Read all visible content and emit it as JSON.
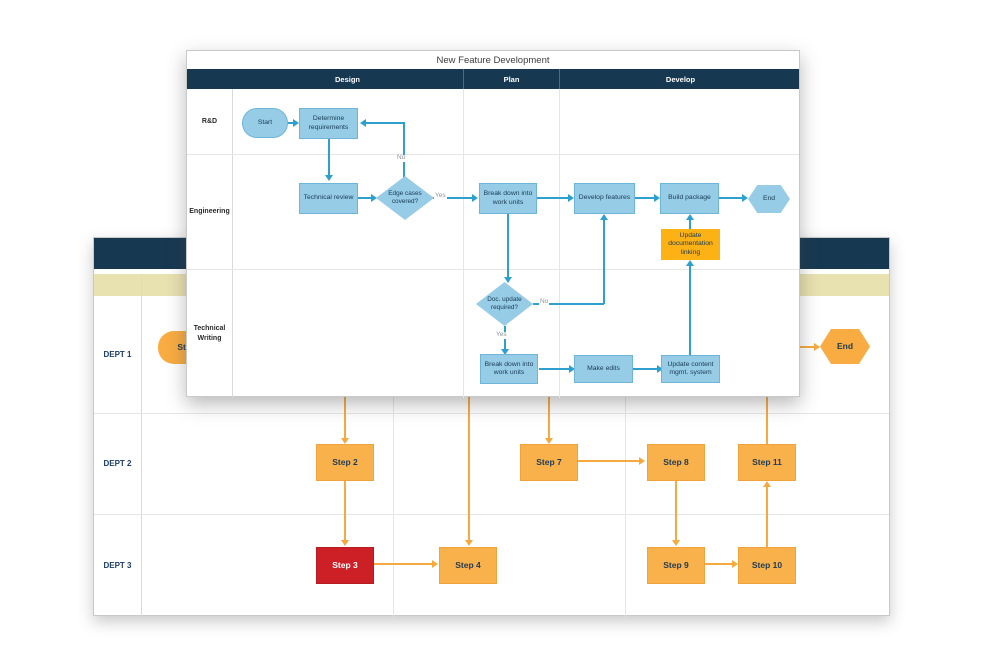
{
  "foreground_chart": {
    "title": "New Feature Development",
    "phases": [
      {
        "label": "Design"
      },
      {
        "label": "Plan"
      },
      {
        "label": "Develop"
      }
    ],
    "lanes": [
      {
        "label": "R&D"
      },
      {
        "label": "Engineering"
      },
      {
        "label": "Technical Writing"
      }
    ],
    "nodes": {
      "start": "Start",
      "determine_requirements": "Determine requirements",
      "technical_review": "Technical review",
      "edge_cases": "Edge cases covered?",
      "break_down_eng": "Break down into work units",
      "develop_features": "Develop features",
      "build_package": "Build package",
      "end": "End",
      "update_doc_linking": "Update documentation linking",
      "doc_update": "Doc. update required?",
      "break_down_tw": "Break down into work units",
      "make_edits": "Make edits",
      "update_cms": "Update content mgmt. system"
    },
    "edge_labels": {
      "edge_cases_no": "No",
      "edge_cases_yes": "Yes",
      "doc_update_no": "No",
      "doc_update_yes": "Yes"
    },
    "colors": {
      "header": "#173851",
      "shape_fill": "#97cce7",
      "shape_border": "#6db6da",
      "connector": "#2da0cd",
      "highlight_fill": "#fcb115"
    }
  },
  "background_chart": {
    "lanes": [
      {
        "label": "DEPT 1"
      },
      {
        "label": "DEPT 2"
      },
      {
        "label": "DEPT 3"
      }
    ],
    "nodes": {
      "start": "Start",
      "end": "End",
      "step2": "Step 2",
      "step3": "Step 3",
      "step4": "Step 4",
      "step7": "Step 7",
      "step8": "Step 8",
      "step9": "Step 9",
      "step10": "Step 10",
      "step11": "Step 11"
    },
    "colors": {
      "header": "#173851",
      "band": "#e8e1b0",
      "shape_fill": "#f9b14c",
      "connector": "#f6a93e",
      "alert_fill": "#cd2026"
    }
  }
}
